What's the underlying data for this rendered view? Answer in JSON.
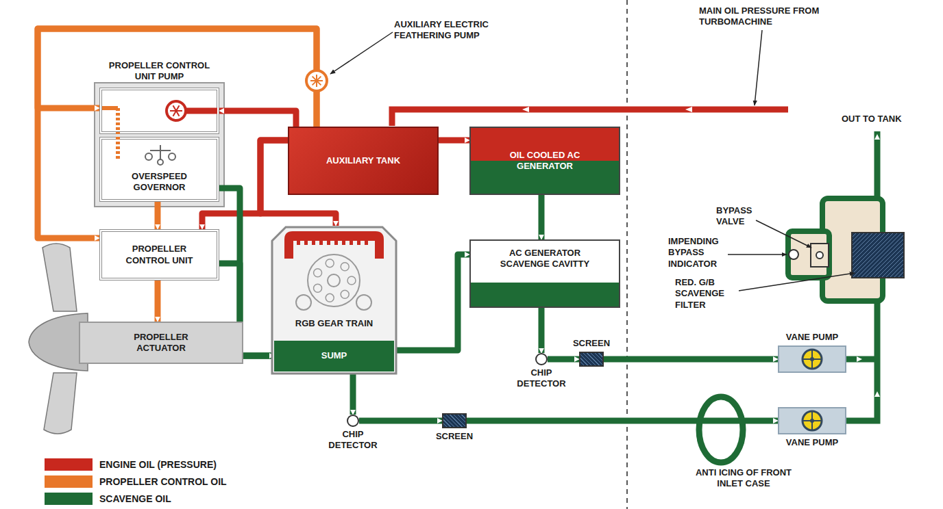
{
  "diagram": {
    "nodes": [
      {
        "text": [
          "PROPELLER CONTROL UNIT PUMP"
        ]
      },
      {
        "text": [
          "OVERSPEED GOVERNOR"
        ]
      },
      {
        "text": [
          "PROPELLER CONTROL UNIT"
        ]
      },
      {
        "text": [
          "PROPELLER ACTUATOR"
        ]
      },
      {
        "text": [
          "AUXILIARY TANK"
        ]
      },
      {
        "text": [
          "OIL COOLED AC GENERATOR"
        ]
      },
      {
        "text": [
          "RGB GEAR TRAIN"
        ]
      },
      {
        "text": [
          "SUMP"
        ],
        "in": 6
      },
      {
        "text": [
          "AC GENERATOR SCAVENGE CAVITTY"
        ]
      },
      {
        "text": [
          "CHIP DETECTOR"
        ]
      },
      {
        "text": [
          "SCREEN"
        ]
      },
      {
        "text": [
          "CHIP DETECTOR"
        ]
      },
      {
        "text": [
          "SCREEN"
        ]
      },
      {
        "text": [
          "VANE PUMP"
        ]
      },
      {
        "text": [
          "VANE PUMP"
        ]
      }
    ],
    "edges": [
      {
        "from": 4,
        "to": 0,
        "arrow": "to"
      },
      {
        "from": 4,
        "to": 6,
        "arrow": "to"
      },
      {
        "from": 4,
        "to": 2,
        "arrow": "to"
      },
      {
        "from": 4,
        "to": 5,
        "arrow": "to"
      },
      {
        "from": 4,
        "to": 2,
        "arrow": "to"
      },
      {
        "from": 4,
        "to": 0,
        "arrow": "to"
      },
      {
        "from": 1,
        "to": 2,
        "arrow": "to"
      },
      {
        "from": 2,
        "to": 3,
        "arrow": "to"
      },
      {
        "from": 1,
        "to": 7,
        "arrow": "to"
      },
      {
        "from": 2,
        "to": 7,
        "arrow": "to"
      },
      {
        "from": 3,
        "to": 7,
        "arrow": "to"
      },
      {
        "from": 7,
        "to": 8,
        "arrow": "to"
      },
      {
        "from": 5,
        "to": 8,
        "arrow": "to"
      },
      {
        "from": 8,
        "to": 11,
        "arrow": "to"
      },
      {
        "from": 11,
        "to": 12,
        "arrow": "to"
      },
      {
        "from": 12,
        "to": 13,
        "arrow": "to"
      },
      {
        "from": 7,
        "to": 9,
        "arrow": "to"
      },
      {
        "from": 9,
        "to": 10,
        "arrow": "to"
      },
      {
        "from": 10,
        "to": 14,
        "arrow": "to"
      }
    ],
    "labels": [
      "AUXILIARY ELECTRIC FEATHERING PUMP",
      "MAIN OIL PRESSURE FROM TURBOMACHINE",
      "OUT TO TANK",
      "BYPASS VALVE",
      "IMPENDING BYPASS INDICATOR",
      "RED. G/B SCAVENGE FILTER",
      "ANTI ICING OF FRONT INLET CASE"
    ],
    "legend": [
      {
        "text": "ENGINE OIL (PRESSURE)",
        "color": "#c8281e"
      },
      {
        "text": "PROPELLER CONTROL OIL",
        "color": "#e8772a"
      },
      {
        "text": "SCAVENGE OIL",
        "color": "#1e6b35"
      }
    ]
  }
}
